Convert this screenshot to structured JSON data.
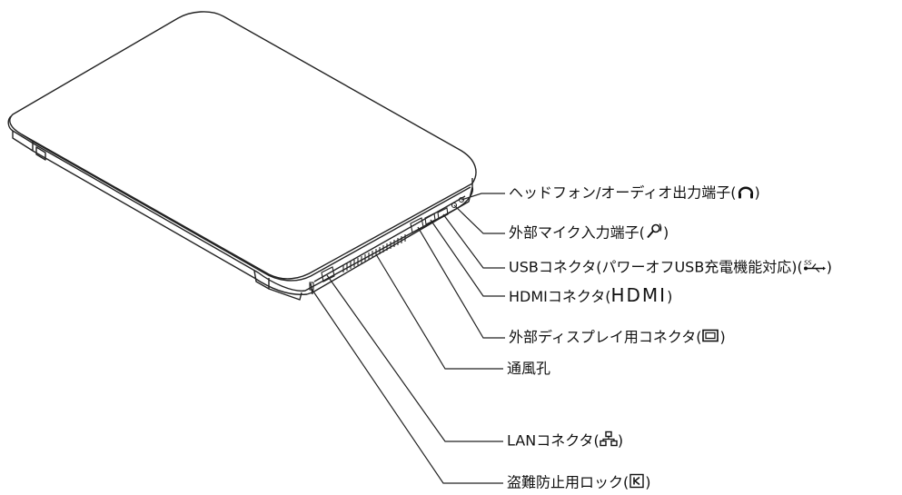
{
  "callouts": [
    {
      "id": "headphone",
      "text": "ヘッドフォン/オーディオ出力端子(",
      "suffix": ")",
      "icon": "headphone-icon"
    },
    {
      "id": "mic",
      "text": "外部マイク入力端子(",
      "suffix": ")",
      "icon": "microphone-icon"
    },
    {
      "id": "usb",
      "text": "USBコネクタ(パワーオフUSB充電機能対応)(",
      "suffix": ")",
      "icon": "usb-ss-icon"
    },
    {
      "id": "hdmi",
      "text": "HDMIコネクタ(",
      "suffix": ")",
      "icon_text": "HDMI",
      "icon": "hdmi-logo-icon"
    },
    {
      "id": "vga",
      "text": "外部ディスプレイ用コネクタ(",
      "suffix": ")",
      "icon": "display-icon"
    },
    {
      "id": "vent",
      "text": "通風孔",
      "suffix": ""
    },
    {
      "id": "lan",
      "text": "LANコネクタ(",
      "suffix": ")",
      "icon": "lan-icon"
    },
    {
      "id": "lock",
      "text": "盗難防止用ロック(",
      "suffix": ")",
      "icon": "kensington-lock-icon"
    }
  ],
  "colors": {
    "line": "#222222",
    "body": "#ffffff"
  }
}
